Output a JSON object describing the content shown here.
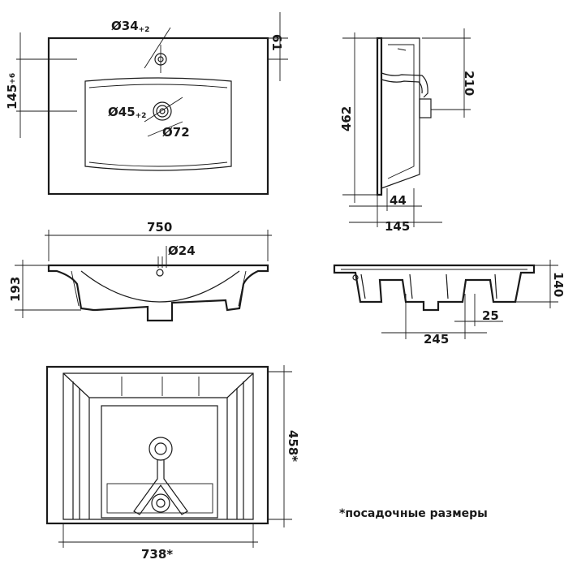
{
  "top_view": {
    "d_tap": "Ø34",
    "d_tap_tol": "+2",
    "d_drain": "Ø45",
    "d_drain_tol": "+2",
    "d_outer": "Ø72",
    "dim_61": "61",
    "dim_145": "145",
    "dim_145_tol": "+6"
  },
  "side_view": {
    "dim_210": "210",
    "dim_462": "462",
    "dim_44": "44",
    "dim_145": "145"
  },
  "front_view": {
    "dim_750": "750",
    "d_24": "Ø24",
    "dim_193": "193"
  },
  "side_profile": {
    "dim_140": "140",
    "dim_25": "25",
    "dim_245": "245"
  },
  "bottom_view": {
    "dim_458": "458*",
    "dim_738": "738*"
  },
  "note": "*посадочные размеры"
}
